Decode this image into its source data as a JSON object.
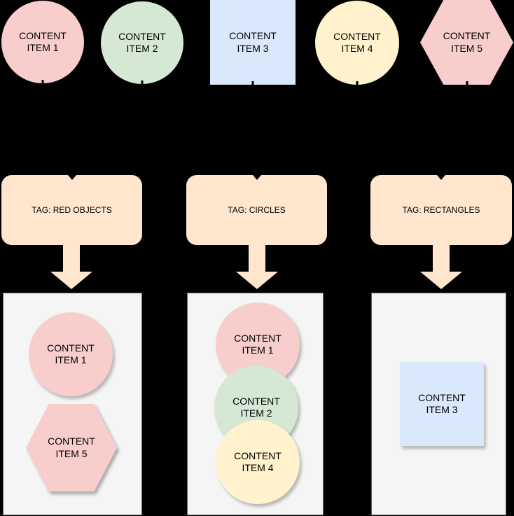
{
  "palette": {
    "background": "#000000",
    "pink": "#f8cecc",
    "green": "#d5e8d4",
    "blue": "#dae8fc",
    "yellow": "#fff2cc",
    "peach": "#ffe6cc",
    "container_fill": "#f5f5f5",
    "container_border": "#666666"
  },
  "top_items": [
    {
      "label": "CONTENT ITEM 1",
      "shape": "circle",
      "color": "pink"
    },
    {
      "label": "CONTENT ITEM 2",
      "shape": "circle",
      "color": "green"
    },
    {
      "label": "CONTENT ITEM 3",
      "shape": "square",
      "color": "blue"
    },
    {
      "label": "CONTENT ITEM 4",
      "shape": "circle",
      "color": "yellow"
    },
    {
      "label": "CONTENT ITEM 5",
      "shape": "hexagon",
      "color": "pink"
    }
  ],
  "tags": [
    {
      "label": "TAG: RED OBJECTS"
    },
    {
      "label": "TAG: CIRCLES"
    },
    {
      "label": "TAG: RECTANGLES"
    }
  ],
  "groups": [
    {
      "tag": "TAG: RED OBJECTS",
      "items": [
        "CONTENT ITEM 1",
        "CONTENT ITEM 5"
      ]
    },
    {
      "tag": "TAG: CIRCLES",
      "items": [
        "CONTENT ITEM 1",
        "CONTENT ITEM 2",
        "CONTENT ITEM 4"
      ]
    },
    {
      "tag": "TAG: RECTANGLES",
      "items": [
        "CONTENT ITEM 3"
      ]
    }
  ]
}
